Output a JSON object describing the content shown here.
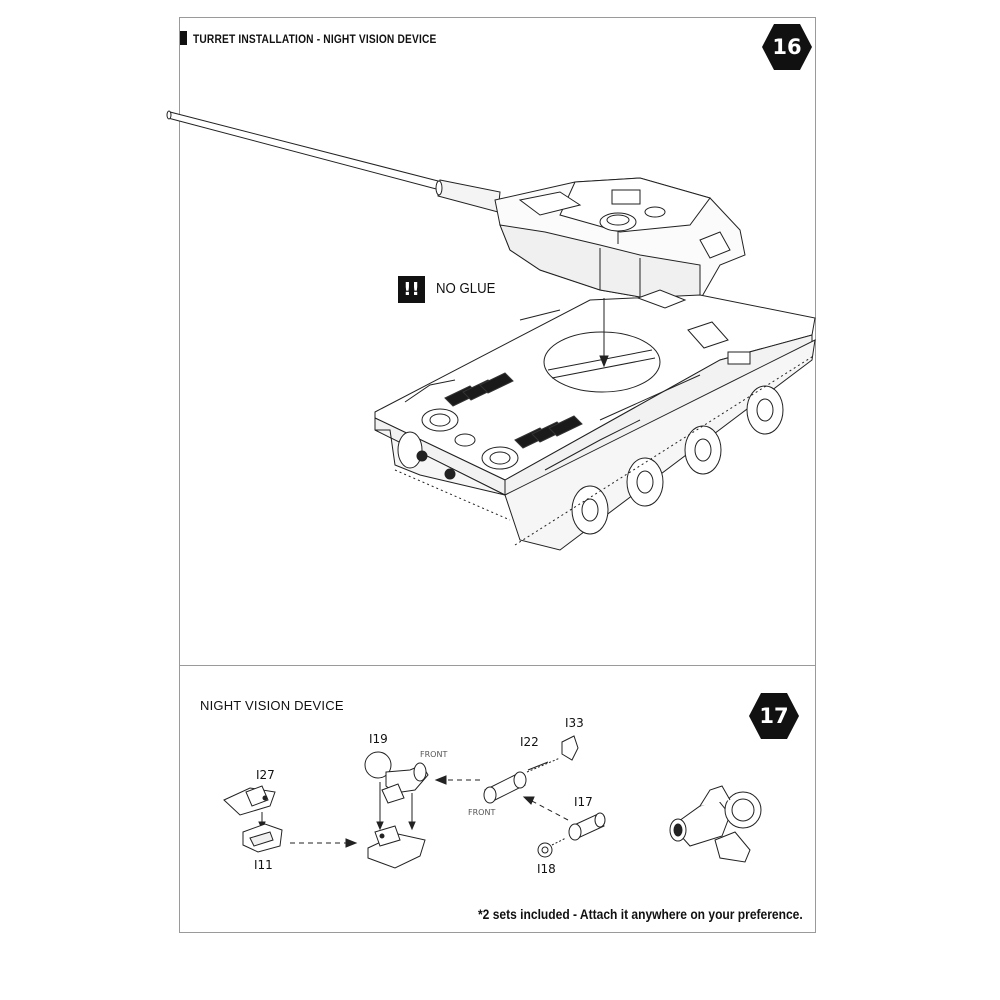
{
  "step16": {
    "number": "16",
    "title": "TURRET INSTALLATION - NIGHT VISION DEVICE",
    "warning_icon": "!!",
    "warning_text": "NO GLUE"
  },
  "step17": {
    "number": "17",
    "title": "NIGHT  VISION DEVICE",
    "parts": {
      "i27": "I27",
      "i11": "I11",
      "i19": "I19",
      "i22": "I22",
      "i33": "I33",
      "i17": "I17",
      "i18": "I18"
    },
    "front_label_1": "FRONT",
    "front_label_2": "FRONT",
    "footnote": "*2 sets included - Attach it anywhere on your preference."
  },
  "colors": {
    "line": "#222222",
    "badge": "#111111",
    "panel": "#f4f4f4",
    "grille": "#1a1a1a"
  },
  "icons": {
    "step_badge": "hexagon-badge-icon",
    "warning": "exclamation-box-icon"
  }
}
